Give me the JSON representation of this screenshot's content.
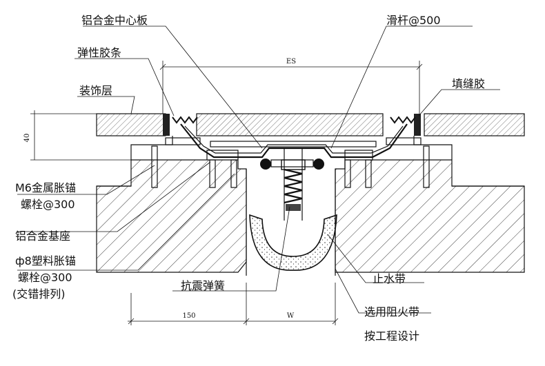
{
  "labels": {
    "center_plate": "铝合金中心板",
    "slide_bar": "滑杆@500",
    "rubber_strip": "弹性胶条",
    "dim_es": "ES",
    "decor_layer": "装饰层",
    "sealant": "填缝胶",
    "dim_40": "40",
    "anchor_m6_line1": "M6金属胀锚",
    "anchor_m6_line2": "螺栓@300",
    "alu_base": "铝合金基座",
    "plastic_anchor_line1": "ф8塑料胀锚",
    "plastic_anchor_line2": "螺栓@300",
    "plastic_anchor_line3": "(交错排列)",
    "seismic_spring": "抗震弹簧",
    "waterstop": "止水带",
    "fire_belt_line1": "选用阻火带",
    "fire_belt_line2": "按工程设计",
    "dim_150": "150",
    "dim_w": "W"
  }
}
